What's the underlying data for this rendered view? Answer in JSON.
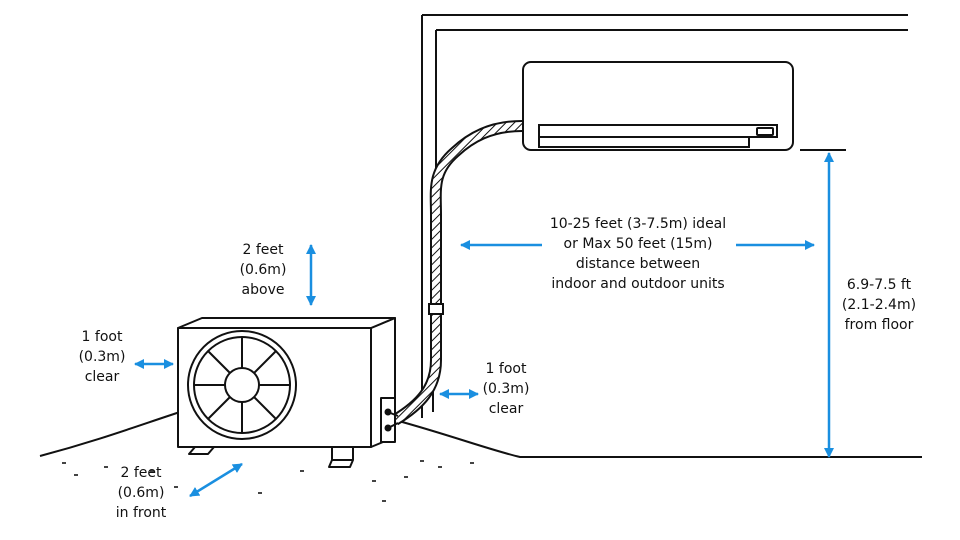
{
  "colors": {
    "line": "#111111",
    "arrow": "#1a8fe0",
    "background": "#ffffff",
    "unit_fill": "#ffffff",
    "dots": "#444444"
  },
  "labels": {
    "above": [
      "2 feet",
      "(0.6m)",
      "above"
    ],
    "left_side": [
      "1 foot",
      "(0.3m)",
      "clear"
    ],
    "right_side": [
      "1 foot",
      "(0.3m)",
      "clear"
    ],
    "front": [
      "2 feet",
      "(0.6m)",
      "in front"
    ],
    "distance": [
      "10-25 feet (3-7.5m) ideal",
      "or Max 50 feet (15m)",
      "distance between",
      "indoor and outdoor units"
    ],
    "height": [
      "6.9-7.5 ft",
      "(2.1-2.4m)",
      "from floor"
    ]
  }
}
